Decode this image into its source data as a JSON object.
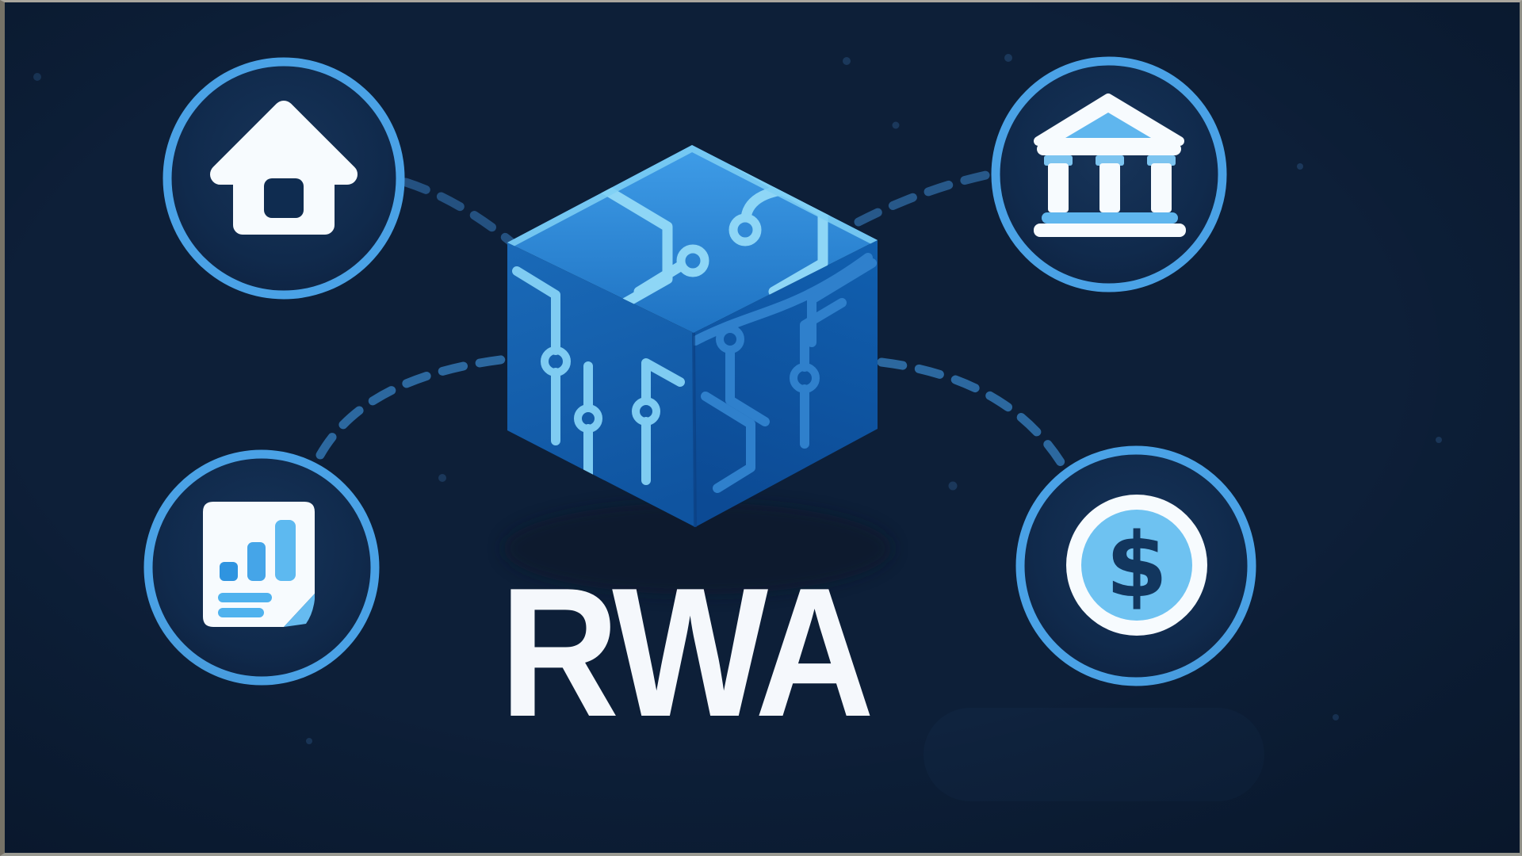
{
  "title": {
    "text": "RWA",
    "color": "#f5f8fc"
  },
  "scene": {
    "background": "#0d1f38",
    "frame_border": "#8f8f87",
    "ring_color": "#4aa2e6",
    "connector_color": "#2a5e92",
    "trace_light": "#8ed6f6",
    "trace_soft": "#7fccf2",
    "trace_medium": "#2f80cc",
    "cube_top": "#2f8ad8",
    "cube_left": "#1463b2",
    "cube_right": "#0e53a4",
    "icon_white": "#f7fbfe",
    "icon_light_blue": "#5fb6ee"
  },
  "nodes": [
    {
      "id": "house",
      "icon": "house-icon"
    },
    {
      "id": "bank",
      "icon": "bank-icon"
    },
    {
      "id": "document",
      "icon": "document-report-icon"
    },
    {
      "id": "coin",
      "icon": "dollar-coin-icon",
      "symbol": "$"
    }
  ],
  "center": {
    "icon": "blockchain-cube-icon"
  }
}
